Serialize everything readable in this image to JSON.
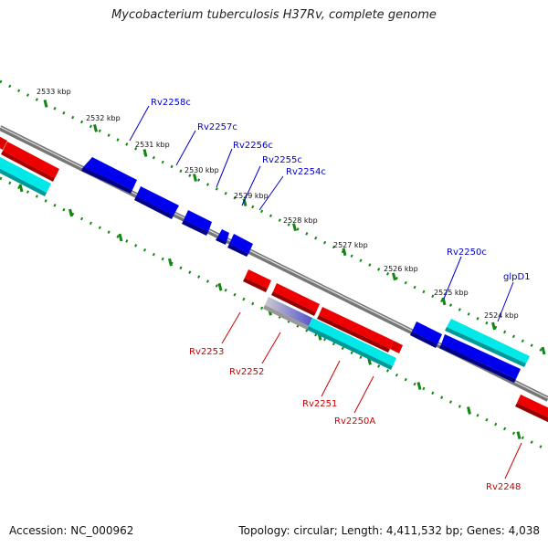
{
  "title": "Mycobacterium tuberculosis H37Rv, complete genome",
  "footer": {
    "accession": "Accession: NC_000962",
    "summary": "Topology: circular; Length: 4,411,532 bp; Genes: 4,038"
  },
  "colors": {
    "forward_gene": "#0000ee",
    "reverse_gene": "#ee0000",
    "forward_cds": "#00e8e8",
    "reverse_cds": "#00e8e8",
    "label_forward": "#0000cc",
    "label_reverse": "#cc0000",
    "backbone": "#777777",
    "ticks": "#118811"
  },
  "ticks": [
    {
      "label": "2533 kbp"
    },
    {
      "label": "2532 kbp"
    },
    {
      "label": "2531 kbp"
    },
    {
      "label": "2530 kbp"
    },
    {
      "label": "2529 kbp"
    },
    {
      "label": "2528 kbp"
    },
    {
      "label": "2527 kbp"
    },
    {
      "label": "2526 kbp"
    },
    {
      "label": "2525 kbp"
    },
    {
      "label": "2524 kbp"
    }
  ],
  "forward_genes": [
    {
      "label": "Rv2258c"
    },
    {
      "label": "Rv2257c"
    },
    {
      "label": "Rv2256c"
    },
    {
      "label": "Rv2255c"
    },
    {
      "label": "Rv2254c"
    },
    {
      "label": "Rv2250c"
    },
    {
      "label": "glpD1"
    }
  ],
  "reverse_genes": [
    {
      "label": "Rv2253"
    },
    {
      "label": "Rv2252"
    },
    {
      "label": "Rv2251"
    },
    {
      "label": "Rv2250A"
    },
    {
      "label": "Rv2248"
    }
  ]
}
